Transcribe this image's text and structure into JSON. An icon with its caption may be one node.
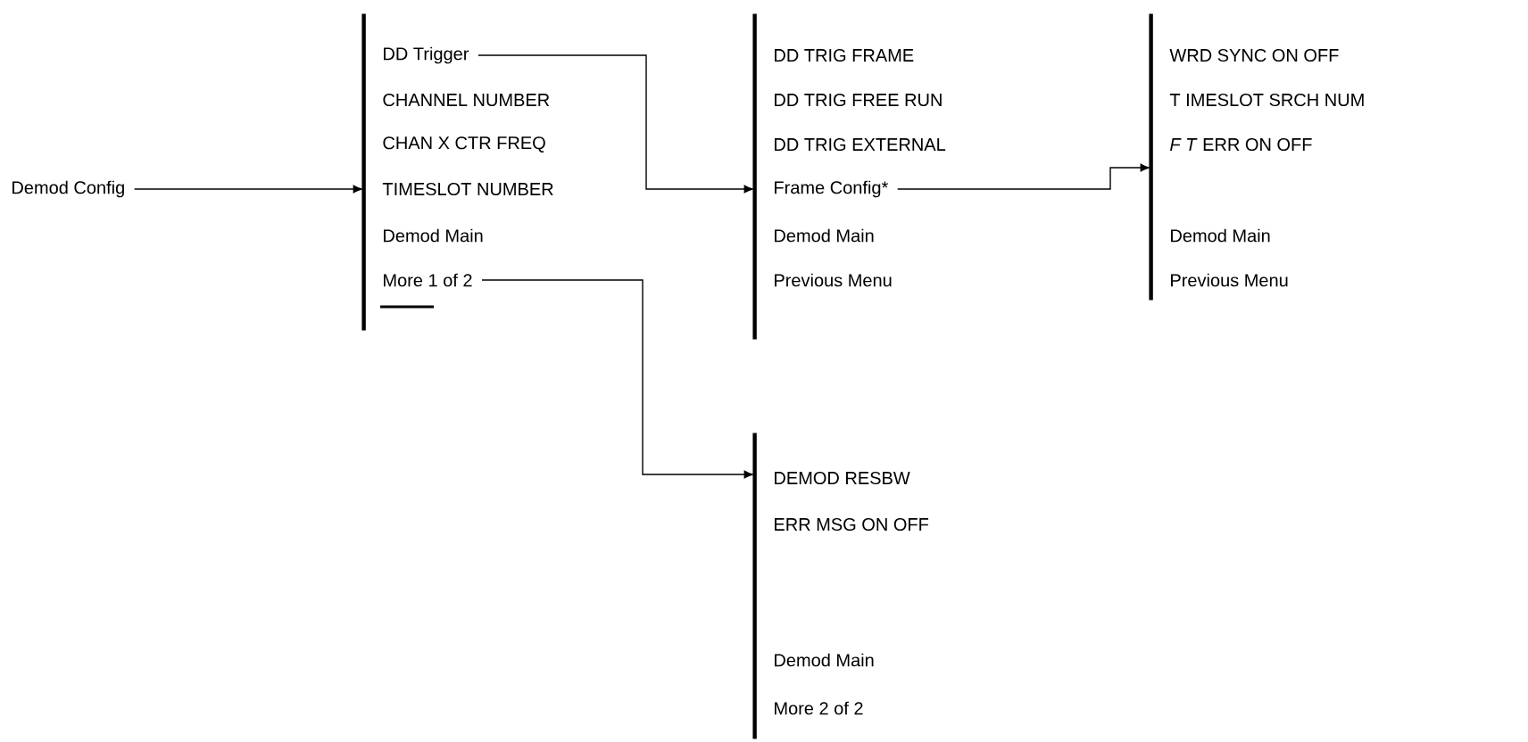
{
  "diagram": {
    "nodes": [
      {
        "text": [
          "Demod Config"
        ]
      },
      {
        "text": [],
        "shape": "bar"
      },
      {
        "text": [
          "DD Trigger"
        ]
      },
      {
        "text": [
          "CHANNEL NUMBER"
        ]
      },
      {
        "text": [
          "CHAN X CTR FREQ"
        ]
      },
      {
        "text": [
          "TIMESLOT NUMBER"
        ]
      },
      {
        "text": [
          "Demod Main"
        ]
      },
      {
        "text": [
          "More 1 of 2"
        ]
      },
      {
        "text": [],
        "shape": "bar"
      },
      {
        "text": [
          "DD TRIG FRAME"
        ]
      },
      {
        "text": [
          "DD TRIG FREE RUN"
        ]
      },
      {
        "text": [
          "DD TRIG EXTERNAL"
        ]
      },
      {
        "text": [
          "Frame Config*"
        ]
      },
      {
        "text": [
          "Demod Main"
        ]
      },
      {
        "text": [
          "Previous Menu"
        ]
      },
      {
        "text": [],
        "shape": "bar"
      },
      {
        "text": [
          "WRD SYNC ON OFF"
        ]
      },
      {
        "text": [
          "T IMESLOT SRCH NUM"
        ]
      },
      {
        "text": [
          "*F T* ERR ON OFF"
        ]
      },
      {
        "text": [
          "Demod Main"
        ]
      },
      {
        "text": [
          "Previous Menu"
        ]
      },
      {
        "text": [],
        "shape": "bar"
      },
      {
        "text": [
          "DEMOD RESBW"
        ]
      },
      {
        "text": [
          "ERR MSG ON OFF"
        ]
      },
      {
        "text": [
          "Demod Main"
        ]
      },
      {
        "text": [
          "More 2 of 2"
        ]
      }
    ],
    "edges": [
      {
        "from": 0,
        "to": 1,
        "arrow": "to"
      },
      {
        "from": 2,
        "to": 8,
        "arrow": "to"
      },
      {
        "from": 12,
        "to": 15,
        "arrow": "to"
      },
      {
        "from": 7,
        "to": 21,
        "arrow": "to"
      }
    ]
  }
}
